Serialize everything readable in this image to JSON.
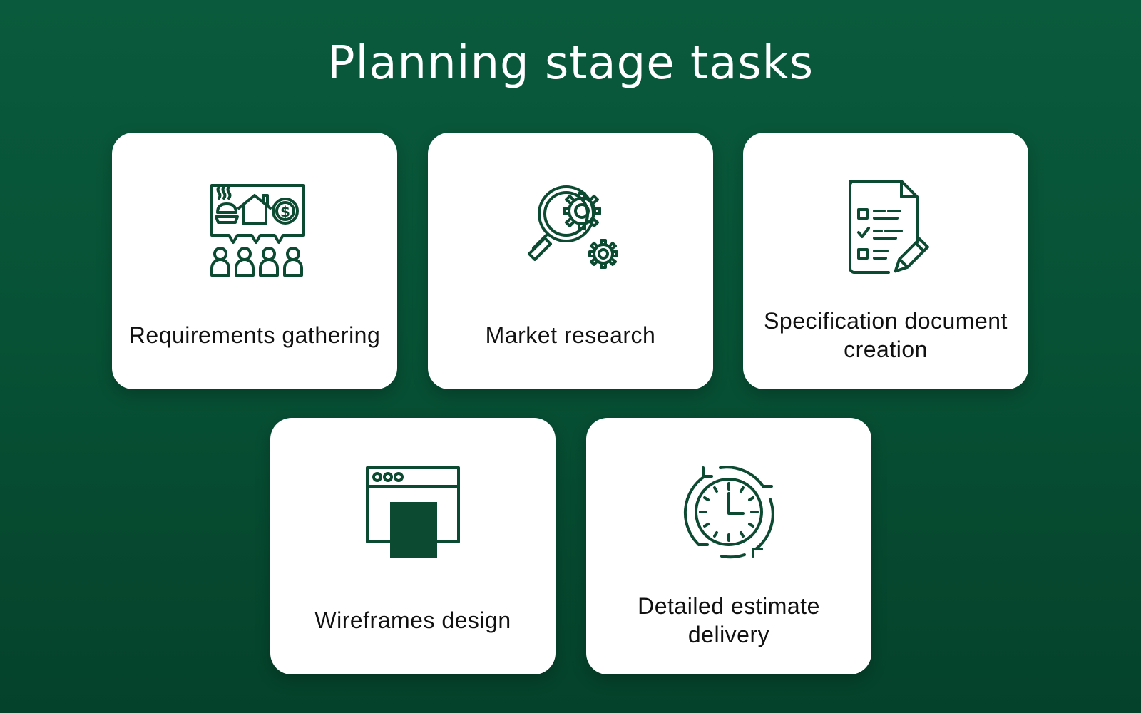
{
  "title": "Planning stage tasks",
  "colors": {
    "background": "#075236",
    "card": "#ffffff",
    "icon": "#0d4a32",
    "label": "#111111",
    "title": "#ffffff"
  },
  "cards": [
    {
      "label": "Requirements gathering",
      "icon": "meeting-presentation-icon"
    },
    {
      "label": "Market research",
      "icon": "magnifier-gears-icon"
    },
    {
      "label": "Specification document creation",
      "icon": "checklist-document-icon"
    },
    {
      "label": "Wireframes design",
      "icon": "wireframe-browser-icon"
    },
    {
      "label": "Detailed estimate delivery",
      "icon": "clock-cycle-icon"
    }
  ]
}
